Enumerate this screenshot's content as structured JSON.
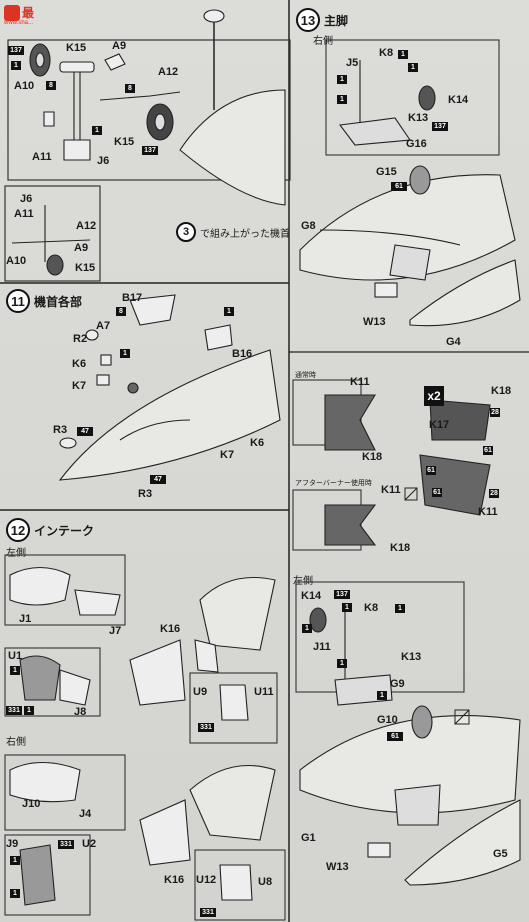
{
  "watermark": {
    "brand": "最",
    "domain": "www.sha..."
  },
  "step13": {
    "num": "13",
    "title": "主脚",
    "right_side": "右側",
    "left_side": "左側",
    "upper_parts": [
      "J5",
      "K8",
      "K14",
      "K13",
      "G16",
      "G15",
      "G8",
      "W13",
      "G4"
    ],
    "lower_parts": [
      "K14",
      "K8",
      "J11",
      "K13",
      "G9",
      "G10",
      "G1",
      "W13",
      "G5"
    ],
    "chips": [
      "137",
      "61",
      "1"
    ]
  },
  "gear_detail": {
    "parts": [
      "A9",
      "K15",
      "A10",
      "A12",
      "A11",
      "J6"
    ],
    "chips": [
      "137",
      "8",
      "1"
    ],
    "note_num": "3",
    "note": "で組み上がった機首"
  },
  "step11": {
    "num": "11",
    "title": "機首各部",
    "parts": [
      "B17",
      "A7",
      "R2",
      "K6",
      "K7",
      "B16",
      "R3",
      "K6",
      "K7",
      "R3"
    ],
    "chips": [
      "8",
      "1",
      "47"
    ]
  },
  "step12": {
    "num": "12",
    "title": "インテーク",
    "left": "左側",
    "right": "右側",
    "left_parts": [
      "J1",
      "J7",
      "U1",
      "J8",
      "K16",
      "U9",
      "U11"
    ],
    "right_parts": [
      "J10",
      "J4",
      "J9",
      "U2",
      "K16",
      "U12",
      "U8"
    ],
    "chips": [
      "1",
      "331"
    ]
  },
  "exhaust": {
    "normal": "通常時",
    "afterburner": "アフターバーナー使用時",
    "multiplier": "x2",
    "parts": [
      "K11",
      "K18",
      "K17",
      "K18",
      "K11",
      "K11",
      "K18"
    ],
    "chips": [
      "28",
      "61"
    ]
  }
}
